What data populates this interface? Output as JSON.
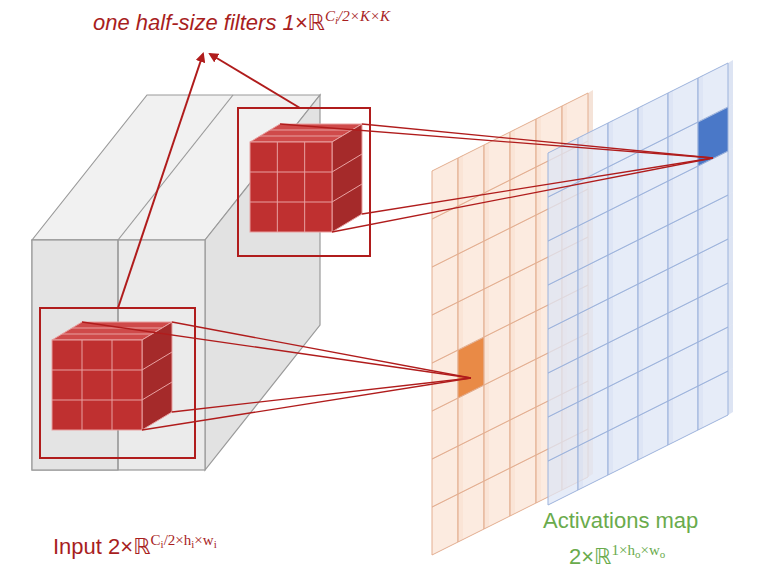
{
  "diagram": {
    "labels": [
      "one half-size filters 1×ℝ",
      "Ci/2×K×K",
      "Input 2×ℝ",
      "Ci/2×hi×wi",
      "Activations map",
      "2×ℝ",
      "1×ho×wo"
    ]
  }
}
